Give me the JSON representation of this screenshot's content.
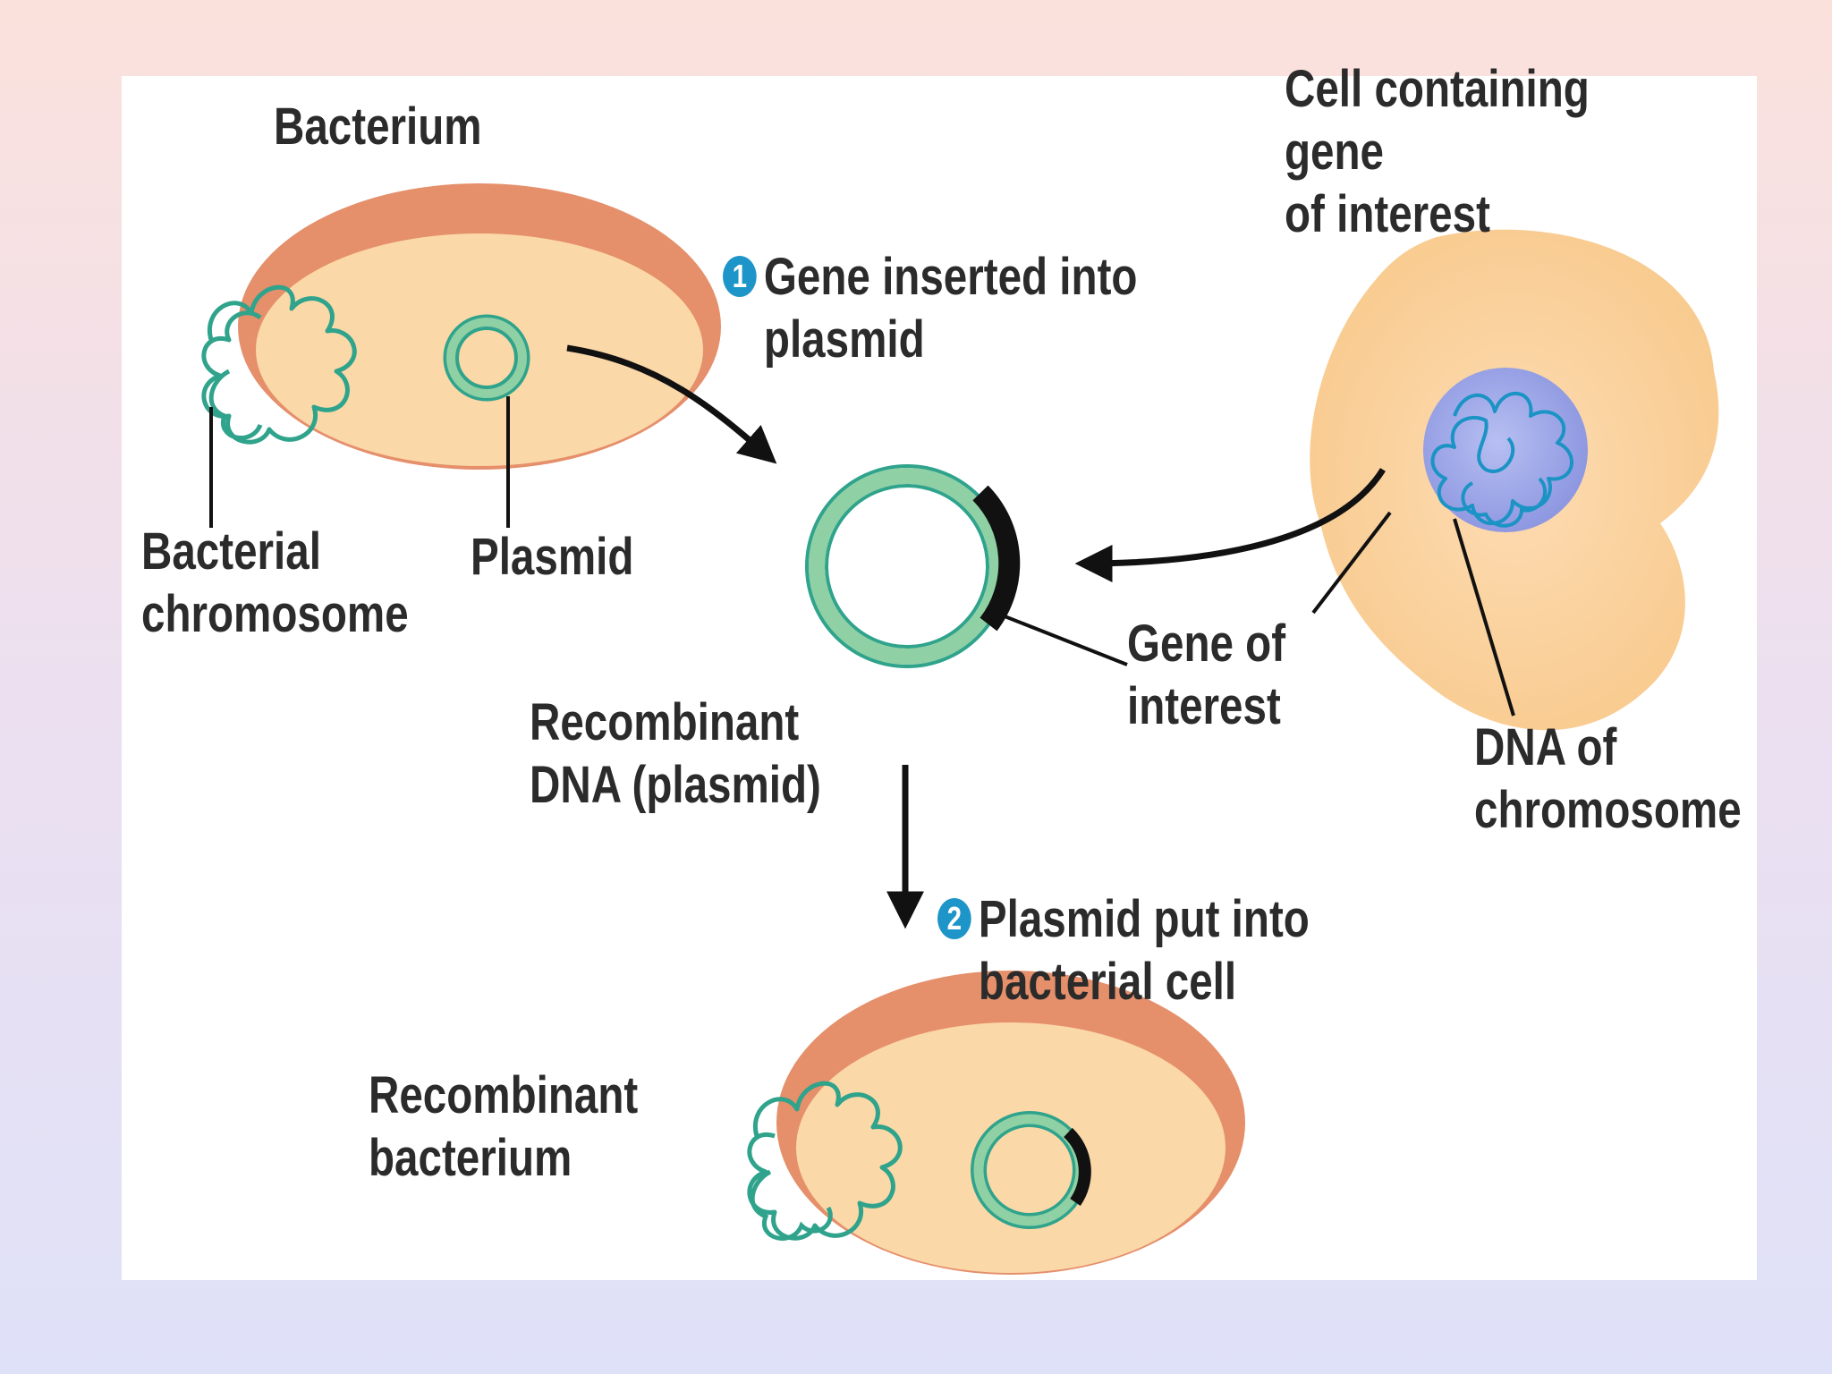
{
  "diagram": {
    "labels": {
      "bacterium": "Bacterium",
      "bacterial_chromosome": "Bacterial\nchromosome",
      "plasmid": "Plasmid",
      "cell_containing_gene": "Cell containing gene\nof interest",
      "recombinant_dna": "Recombinant\nDNA (plasmid)",
      "gene_of_interest": "Gene of\ninterest",
      "dna_of_chromosome": "DNA of\nchromosome",
      "recombinant_bacterium": "Recombinant\nbacterium"
    },
    "steps": [
      {
        "number": "1",
        "text": "Gene inserted into\nplasmid"
      },
      {
        "number": "2",
        "text": "Plasmid put into\nbacterial cell"
      }
    ]
  },
  "colors": {
    "cell_membrane": "#e58f6b",
    "cytoplasm": "#fbd8a8",
    "dna_strand": "#2fa38b",
    "plasmid": "#8fd0a4",
    "gene_insert": "#111111",
    "donor_cell": "#fcd39a",
    "nucleus": "#9fa8e8",
    "step_badge": "#1d95c8"
  }
}
